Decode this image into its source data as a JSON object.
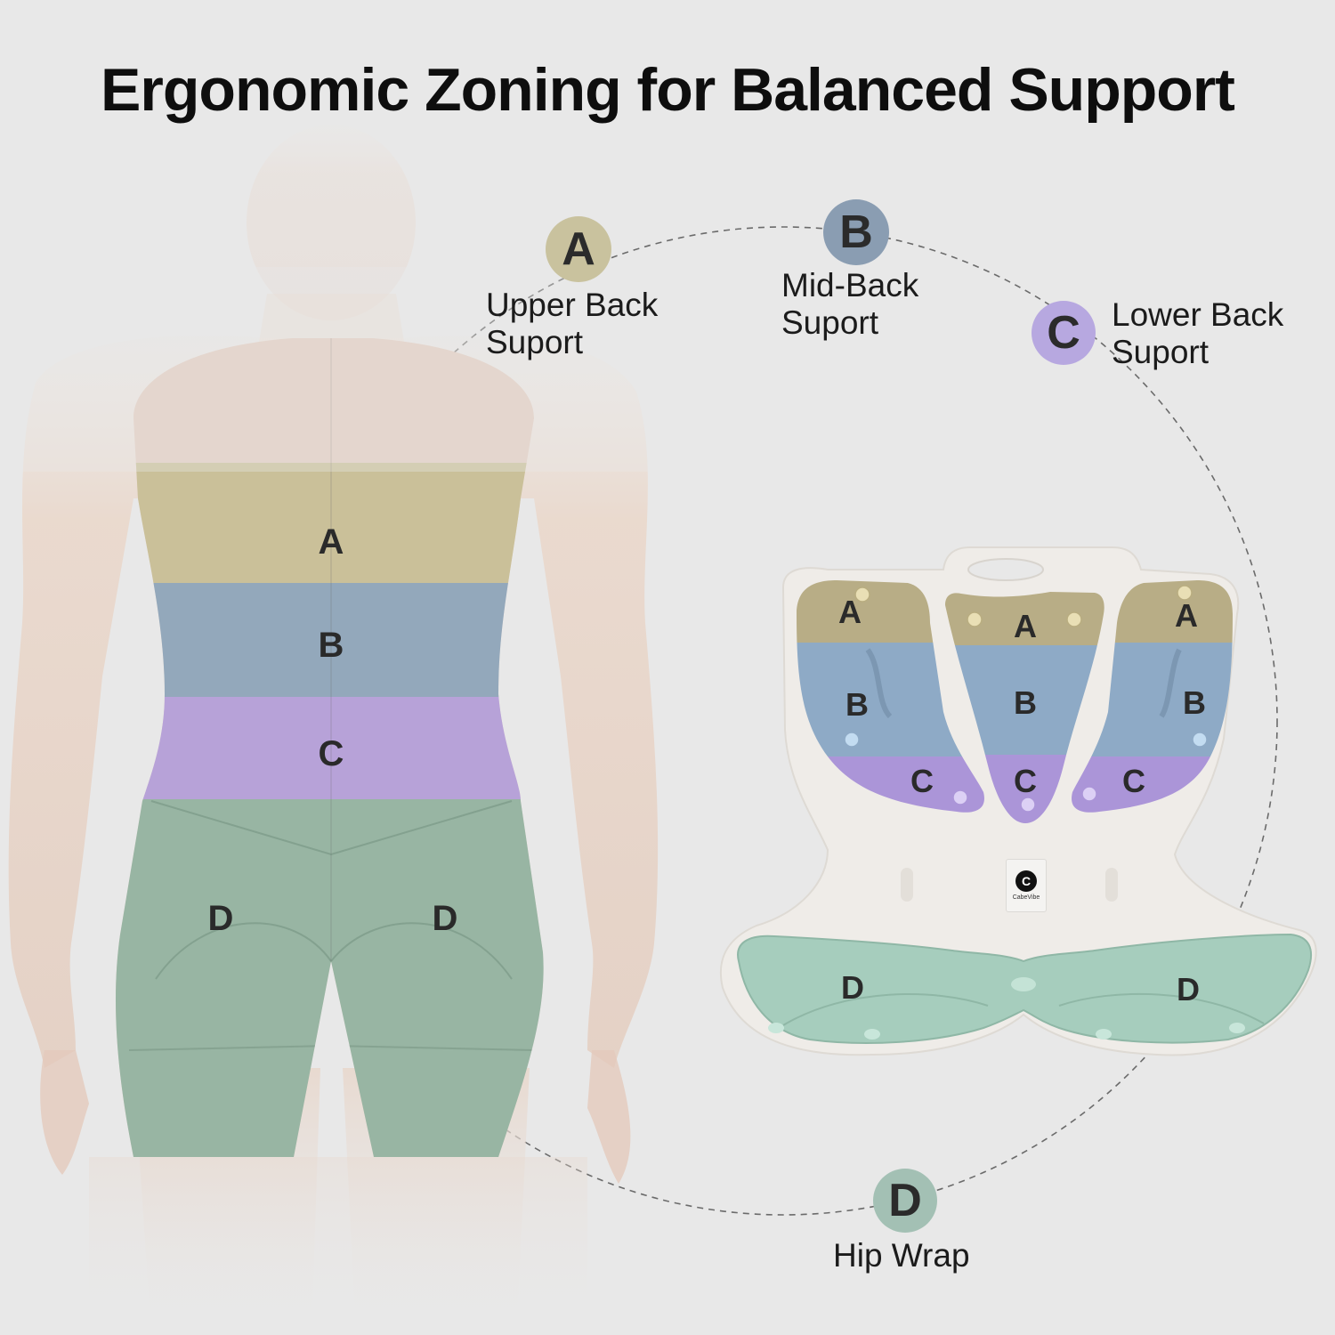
{
  "title": "Ergonomic Zoning for Balanced Support",
  "zones": [
    {
      "letter": "A",
      "label_line1": "Upper Back",
      "label_line2": "Suport",
      "color": "#c9c29e"
    },
    {
      "letter": "B",
      "label_line1": "Mid-Back",
      "label_line2": "Suport",
      "color": "#8a9db2"
    },
    {
      "letter": "C",
      "label_line1": "Lower Back",
      "label_line2": "Suport",
      "color": "#b7a8e0"
    },
    {
      "letter": "D",
      "label_line1": "Hip Wrap",
      "label_line2": "",
      "color": "#a3c0b4"
    }
  ],
  "body_labels": {
    "a": "A",
    "b": "B",
    "c": "C",
    "d_left": "D",
    "d_right": "D"
  },
  "cushion_labels": {
    "a_left": "A",
    "a_mid": "A",
    "a_right": "A",
    "b_left": "B",
    "b_mid": "B",
    "b_right": "B",
    "c_left": "C",
    "c_mid": "C",
    "c_right": "C",
    "d_left": "D",
    "d_right": "D"
  },
  "brand": {
    "name": "CabeVibe",
    "logo_glyph": "C"
  },
  "colors": {
    "background": "#e8e8e8",
    "zone_a_fill": "#c8bf96",
    "zone_b_fill": "#8ea5bb",
    "zone_c_fill": "#b49fd9",
    "zone_d_fill": "#93b3a1",
    "skin": "#e9d8cc",
    "shell": "#efece8",
    "cushion_d": "#a6cdbd"
  }
}
